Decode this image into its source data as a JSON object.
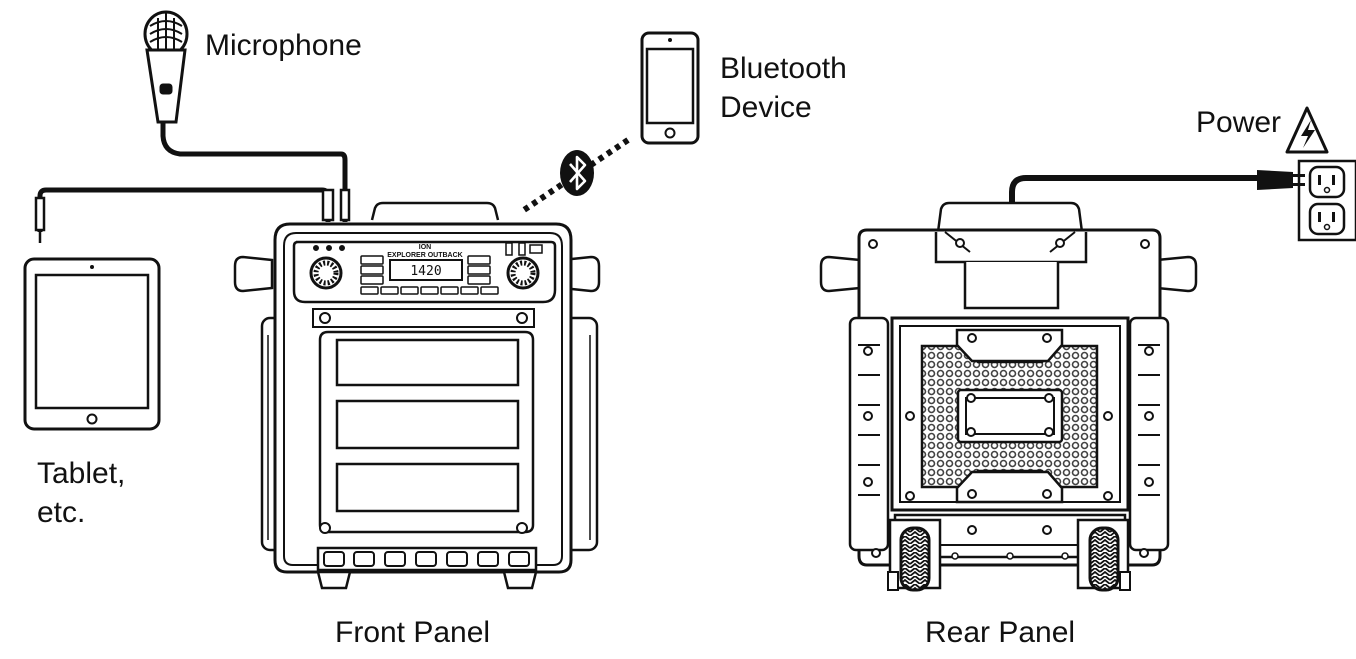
{
  "labels": {
    "microphone": "Microphone",
    "bluetooth_line1": "Bluetooth",
    "bluetooth_line2": "Device",
    "power": "Power",
    "tablet_line1": "Tablet,",
    "tablet_line2": "etc.",
    "front_panel": "Front Panel",
    "rear_panel": "Rear Panel"
  },
  "speaker": {
    "brand": "ION",
    "model": "EXPLORER OUTBACK",
    "display": "1420"
  },
  "colors": {
    "ink": "#111111",
    "background": "#ffffff",
    "grille": "#555555"
  },
  "icons": {
    "bluetooth": "bluetooth-icon",
    "hazard": "electrical-hazard-icon"
  }
}
